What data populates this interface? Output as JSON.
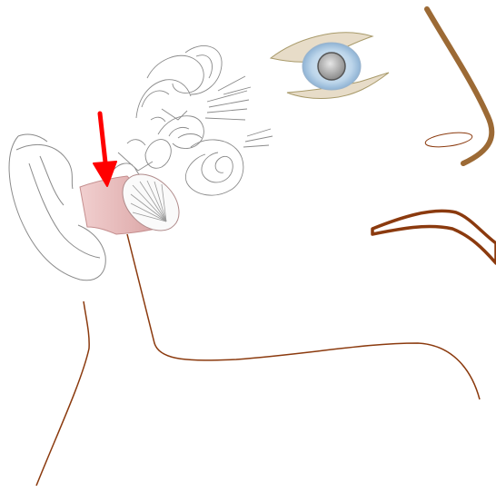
{
  "diagram": {
    "background_color": "#ffffff",
    "colors": {
      "face_outline": "#8b3a0e",
      "nose": "#9c6a35",
      "arrow": "#ff0000",
      "earplug": "#e3b4b4",
      "anatomy_lines": "#8a8a8a",
      "eye_iris": "#b9d3ea",
      "eyelid": "#e7dcc8"
    },
    "icons": {
      "pointer": "red-down-arrow",
      "earplug": "foam-earplug",
      "anatomy": "inner-ear-anatomy",
      "eye": "eye"
    }
  }
}
